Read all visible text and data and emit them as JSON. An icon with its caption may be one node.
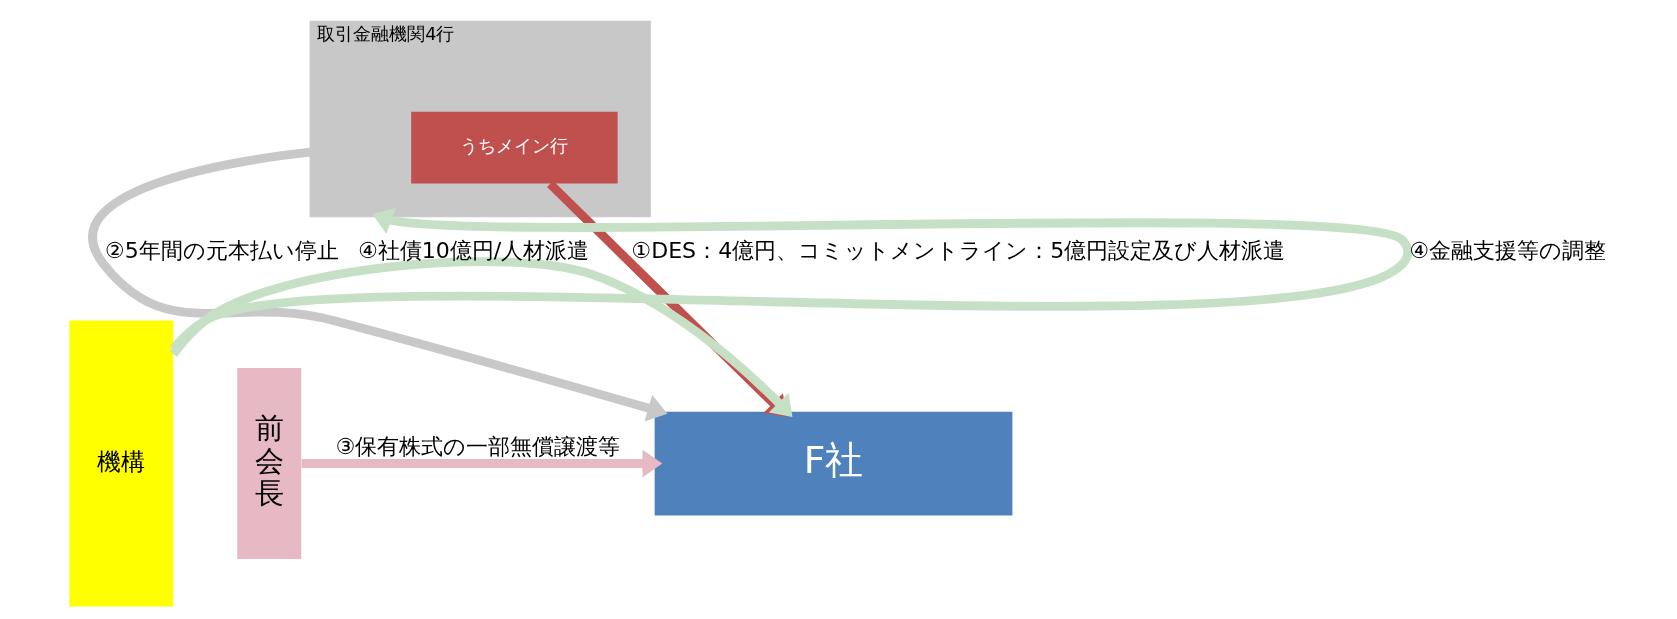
{
  "diagram": {
    "nodes": [
      {
        "text": [
          "取引金融機関4行"
        ]
      },
      {
        "text": [
          "うちメイン行"
        ],
        "in": 0
      },
      {
        "text": [
          "F社"
        ]
      },
      {
        "text": [
          "前会長"
        ]
      },
      {
        "text": [
          "機構"
        ]
      }
    ],
    "edges": [
      {
        "from": 0,
        "to": 2,
        "arrow": "to",
        "label": "②5年間の元本払い停止",
        "color": "#c8c8c8"
      },
      {
        "from": 1,
        "to": 2,
        "arrow": "to",
        "label": "①DES：4億円、コミットメントライン：5億円設定及び人材派遣",
        "color": "#c0504d"
      },
      {
        "from": 4,
        "to": 0,
        "arrow": "to",
        "label": "④金融支援等の調整"
      },
      {
        "from": 3,
        "to": 2,
        "arrow": "to",
        "label": "③保有株式の一部無償譲渡等",
        "color": "#e6b9c4"
      },
      {
        "from": 4,
        "to": 2,
        "arrow": "to",
        "label": "④社債10億円/人材派遣"
      }
    ]
  }
}
